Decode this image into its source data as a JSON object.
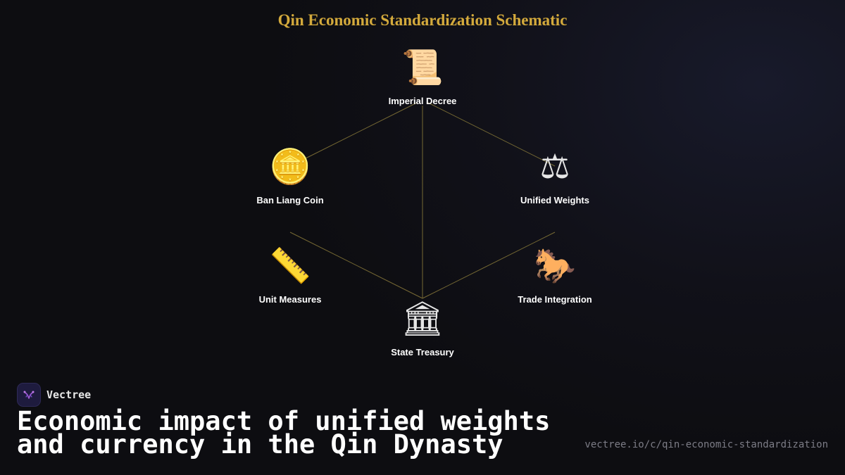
{
  "title": "Qin Economic Standardization Schematic",
  "nodes": {
    "decree": {
      "label": "Imperial Decree",
      "icon": "scroll-icon",
      "glyph": "📜"
    },
    "coin": {
      "label": "Ban Liang Coin",
      "icon": "coin-icon",
      "glyph": "🪙"
    },
    "weights": {
      "label": "Unified Weights",
      "icon": "balance-scale-icon",
      "glyph": "⚖"
    },
    "measures": {
      "label": "Unit Measures",
      "icon": "ruler-icon",
      "glyph": "📏"
    },
    "trade": {
      "label": "Trade Integration",
      "icon": "horse-icon",
      "glyph": "🐎"
    },
    "treasury": {
      "label": "State Treasury",
      "icon": "classical-building-icon",
      "glyph": "🏛"
    }
  },
  "edges": [
    [
      "decree",
      "coin"
    ],
    [
      "decree",
      "weights"
    ],
    [
      "decree",
      "treasury"
    ],
    [
      "measures",
      "treasury"
    ],
    [
      "trade",
      "treasury"
    ]
  ],
  "colors": {
    "title": "#d4aa3c",
    "connector": "#8a7a3a",
    "logo_bg": "#1e1b3e",
    "logo_mark": "#a15ad6"
  },
  "brand": {
    "name": "Vectree",
    "logo_icon": "vectree-logo-icon"
  },
  "headline": "Economic impact of unified weights and currency in the Qin Dynasty",
  "url": "vectree.io/c/qin-economic-standardization"
}
